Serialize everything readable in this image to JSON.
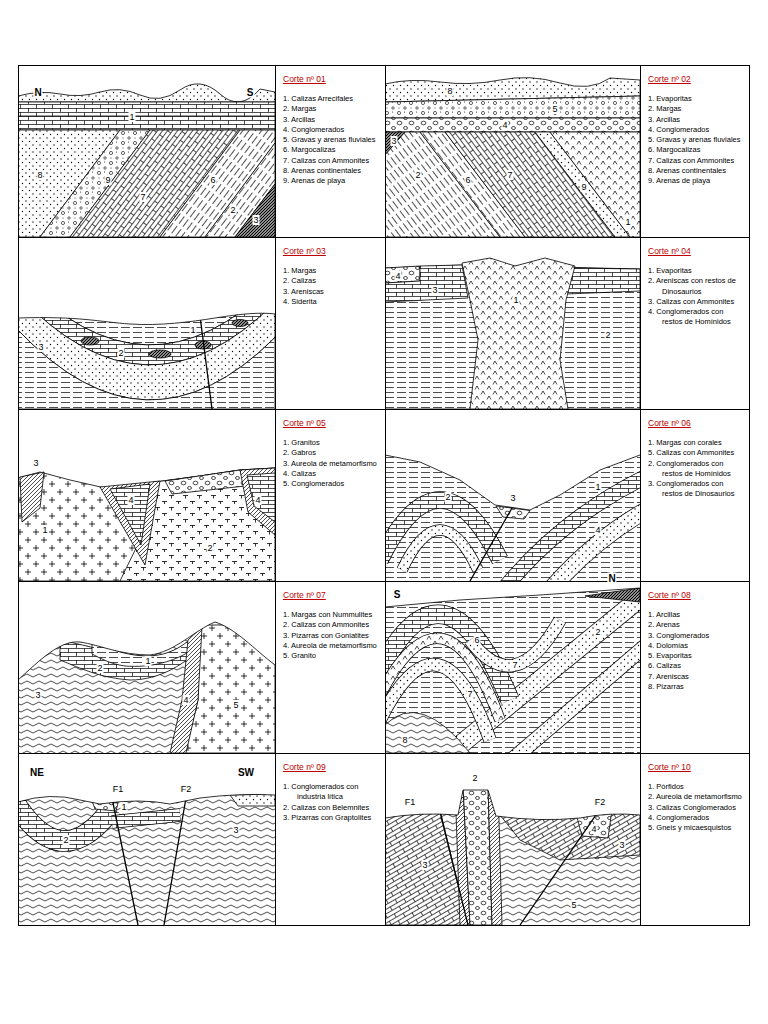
{
  "diagram": {
    "nodes": [
      {
        "text": [
          "Corte nº 01",
          "1. Calizas Arrecifales",
          "2. Margas",
          "3. Arcillas",
          "4. Conglomerados",
          "5. Gravas y arenas fluviales",
          "6. Margocalizas",
          "7. Calizas con Ammonites",
          "8. Arenas continentales",
          "9. Arenas de playa"
        ]
      },
      {
        "text": [
          "Corte nº 02",
          "1. Evaporitas",
          "2. Margas",
          "3. Arcillas",
          "4. Conglomerados",
          "5. Gravas y arenas fluviales",
          "6. Margocalizas",
          "7. Calizas con Ammonites",
          "8. Arenas continentales",
          "9. Arenas de playa"
        ]
      },
      {
        "text": [
          "Corte nº 03",
          "1. Margas",
          "2. Calizas",
          "3. Areniscas",
          "4. Siderita"
        ]
      },
      {
        "text": [
          "Corte nº 04",
          "1. Evaporitas",
          "2. Areniscas con restos de Dinosaurios",
          "3. Calizas con Ammonites",
          "4. Conglomerados con restos de Homínidos"
        ]
      },
      {
        "text": [
          "Corte nº 05",
          "1. Granitos",
          "2. Gabros",
          "3. Aureola de metamorfismo",
          "4. Calizas",
          "5. Conglomerados"
        ]
      },
      {
        "text": [
          "Corte nº 06",
          "1. Margas con corales",
          "5. Calizas con Ammonites",
          "2. Conglomerados con restos de Homínidos",
          "3. Conglomerados con restos de Dinosaurios"
        ]
      },
      {
        "text": [
          "Corte nº 07",
          "1. Margas con Nummulites",
          "2. Calizas con Ammonites",
          "3. Pizarras con Goniatites",
          "4. Aureola de metamorfismo",
          "5. Granito"
        ]
      },
      {
        "text": [
          "Corte nº 08",
          "1. Arcillas",
          "2. Arenas",
          "3. Conglomerados",
          "4. Dolomías",
          "5. Evaporitas",
          "6. Calizas",
          "7. Areniscas",
          "8. Pizarras"
        ]
      },
      {
        "text": [
          "Corte nº 09",
          "1. Conglomerados con industria lítica",
          "2. Calizas con Belemnites",
          "3. Pizarras con Graptolites"
        ]
      },
      {
        "text": [
          "Corte nº 10",
          "1. Pórfidos",
          "2. Aureola de metamorfismo",
          "3. Calizas Conglomerados",
          "4. Conglomerados",
          "5. Gneis y micaesquistos"
        ]
      }
    ],
    "labels": [
      "N",
      "S",
      "1",
      "8",
      "9",
      "7",
      "6",
      "2",
      "3",
      "8",
      "5",
      "4",
      "3",
      "2",
      "6",
      "7",
      "9",
      "1",
      "1",
      "2",
      "3",
      "4",
      "3",
      "1",
      "2",
      "3",
      "4",
      "1",
      "2",
      "4",
      "2",
      "3",
      "1",
      "4",
      "3",
      "2",
      "1",
      "4",
      "5",
      "S",
      "N",
      "2",
      "7",
      "6",
      "7",
      "8",
      "NE",
      "SW",
      "F1",
      "F2",
      "1",
      "2",
      "3",
      "F1",
      "2",
      "F2",
      "3",
      "4",
      "3",
      "5"
    ]
  }
}
